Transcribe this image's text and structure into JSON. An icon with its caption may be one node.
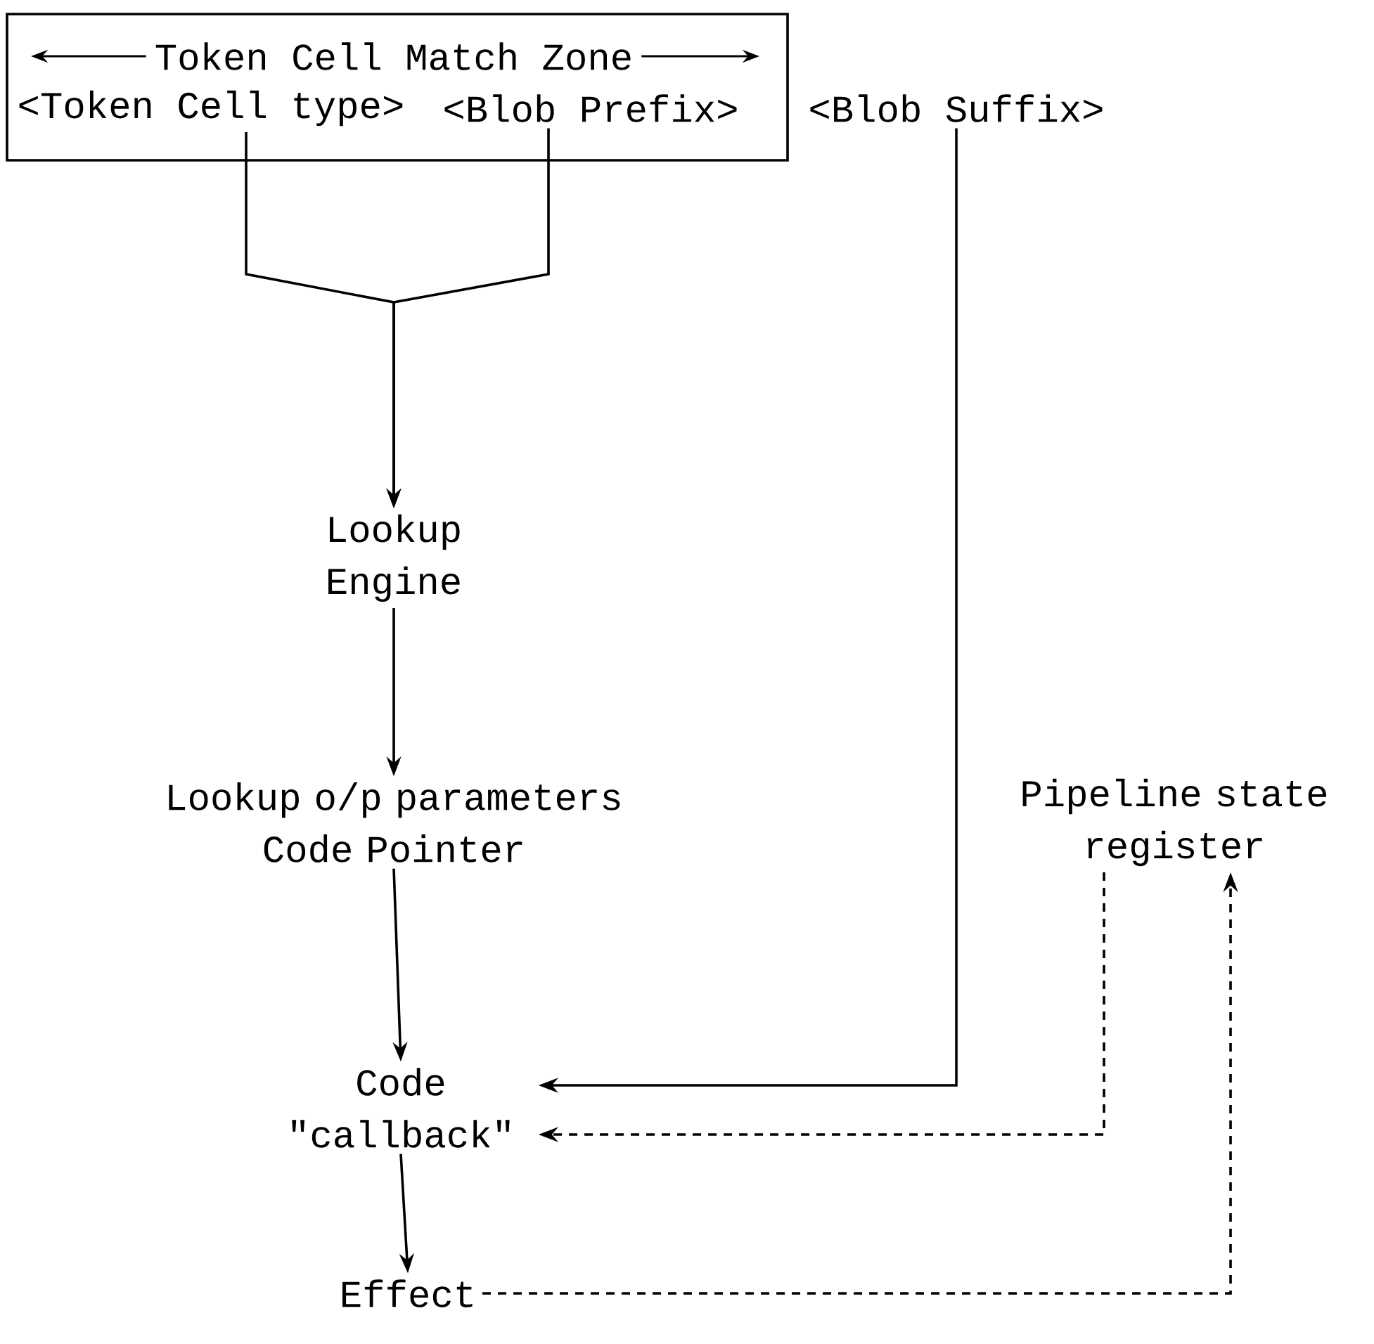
{
  "diagram": {
    "nodes": [
      {
        "text": [
          "Token Cell Match Zone"
        ]
      },
      {
        "text": [
          "<Token Cell type>"
        ],
        "in": 0
      },
      {
        "text": [
          "<Blob Prefix>"
        ],
        "in": 0
      },
      {
        "text": [
          "<Blob Suffix>"
        ]
      },
      {
        "text": [
          "Lookup Engine"
        ]
      },
      {
        "text": [
          "Lookup o/p parameters Code Pointer"
        ]
      },
      {
        "text": [
          "Code \"callback\""
        ]
      },
      {
        "text": [
          "Effect"
        ]
      },
      {
        "text": [
          "Pipeline state register"
        ]
      }
    ],
    "edges": [
      {
        "from": 1,
        "to": 4,
        "arrow": "to"
      },
      {
        "from": 2,
        "to": 4,
        "arrow": "to"
      },
      {
        "from": 4,
        "to": 5,
        "arrow": "to"
      },
      {
        "from": 5,
        "to": 6,
        "arrow": "to"
      },
      {
        "from": 3,
        "to": 6,
        "arrow": "to"
      },
      {
        "from": 8,
        "to": 6,
        "arrow": "to",
        "style": "dashed"
      },
      {
        "from": 6,
        "to": 7,
        "arrow": "to"
      },
      {
        "from": 7,
        "to": 8,
        "arrow": "to",
        "style": "dashed"
      }
    ]
  }
}
